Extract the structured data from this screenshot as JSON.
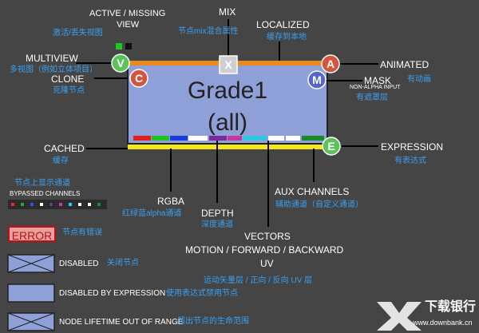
{
  "node": {
    "title": "Grade1",
    "subtitle": "(all)"
  },
  "badges": {
    "v": "V",
    "c": "C",
    "x": "X",
    "a": "A",
    "m": "M",
    "e": "E"
  },
  "labels": {
    "active_missing": "ACTIVE / MISSING",
    "view": "VIEW",
    "active_missing_cn": "激活/丢失视图",
    "mix": "MIX",
    "mix_cn": "节点mix混合属性",
    "localized": "LOCALIZED",
    "localized_cn": "缓存到本地",
    "multiview": "MULTIVIEW",
    "multiview_cn": "多视图（例如立体项目）",
    "clone": "CLONE",
    "clone_cn": "克隆节点",
    "animated": "ANIMATED",
    "animated_cn": "有动画",
    "mask": "MASK",
    "mask_sub": "NON-ALPHA INPUT",
    "mask_cn": "有遮罩层",
    "cached": "CACHED",
    "cached_cn": "缓存",
    "expression": "EXPRESSION",
    "expression_cn": "有表达式",
    "bypassed_cn": "节点上显示通道",
    "bypassed": "BYPASSED CHANNELS",
    "rgba": "RGBA",
    "rgba_cn": "红绿蓝alpha通道",
    "depth": "DEPTH",
    "depth_cn": "深度通道",
    "aux": "AUX CHANNELS",
    "aux_cn": "辅助通道（自定义通道）",
    "vectors": "VECTORS",
    "motion": "MOTION / FORWARD / BACKWARD",
    "uv": "UV",
    "vectors_cn": "运动矢量层 / 正向 / 反向 UV 层",
    "error": "ERROR",
    "error_cn": "节点有错误",
    "disabled": "DISABLED",
    "disabled_cn": "关闭节点",
    "disabled_expr": "DISABLED BY EXPRESSION",
    "disabled_expr_cn": "使用表达式禁用节点",
    "lifetime": "NODE LIFETIME OUT OF RANGE",
    "lifetime_cn": "超出节点的生命范围"
  },
  "watermark": {
    "name": "下载银行",
    "url": "www.downbank.cn"
  },
  "colors": {
    "background": "#454545",
    "node_fill": "#8f9fd8",
    "orange": "#e88a20",
    "yellow": "#f2e81a",
    "label_blue": "#3aa0f0",
    "error_red": "#c01010",
    "badge_green": "#5cc25c",
    "badge_red": "#d2563e",
    "badge_blue": "#5566cc"
  },
  "channel_bar_colors": [
    "#e02020",
    "#20c020",
    "#1a3be0",
    "#ffffff",
    "#222222",
    "#7a2a9a",
    "#c03aa0",
    "#30c8e0",
    "#ffffff",
    "#222222",
    "#ffffff",
    "#1a8a2a"
  ]
}
